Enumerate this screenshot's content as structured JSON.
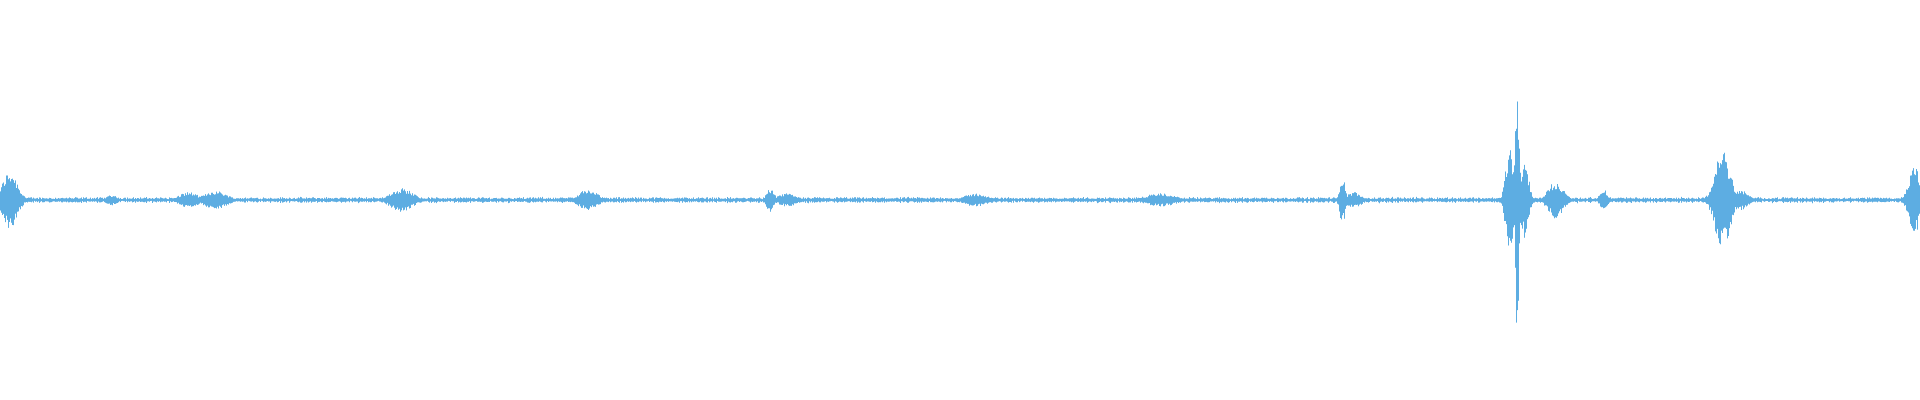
{
  "waveform": {
    "color": "#5dade2",
    "background": "#ffffff",
    "baseline_amplitude": 0.02,
    "bursts": [
      {
        "position": 0.005,
        "amplitude": 0.22,
        "width": 0.008
      },
      {
        "position": 0.058,
        "amplitude": 0.04,
        "width": 0.006
      },
      {
        "position": 0.098,
        "amplitude": 0.06,
        "width": 0.01
      },
      {
        "position": 0.112,
        "amplitude": 0.07,
        "width": 0.012
      },
      {
        "position": 0.209,
        "amplitude": 0.09,
        "width": 0.012
      },
      {
        "position": 0.306,
        "amplitude": 0.08,
        "width": 0.01
      },
      {
        "position": 0.401,
        "amplitude": 0.09,
        "width": 0.004
      },
      {
        "position": 0.41,
        "amplitude": 0.05,
        "width": 0.01
      },
      {
        "position": 0.508,
        "amplitude": 0.05,
        "width": 0.012
      },
      {
        "position": 0.604,
        "amplitude": 0.05,
        "width": 0.016
      },
      {
        "position": 0.699,
        "amplitude": 0.18,
        "width": 0.003
      },
      {
        "position": 0.705,
        "amplitude": 0.06,
        "width": 0.008
      },
      {
        "position": 0.786,
        "amplitude": 0.42,
        "width": 0.004
      },
      {
        "position": 0.79,
        "amplitude": 1.0,
        "width": 0.002
      },
      {
        "position": 0.794,
        "amplitude": 0.3,
        "width": 0.004
      },
      {
        "position": 0.81,
        "amplitude": 0.14,
        "width": 0.008
      },
      {
        "position": 0.835,
        "amplitude": 0.08,
        "width": 0.004
      },
      {
        "position": 0.897,
        "amplitude": 0.38,
        "width": 0.008
      },
      {
        "position": 0.906,
        "amplitude": 0.08,
        "width": 0.008
      },
      {
        "position": 0.997,
        "amplitude": 0.25,
        "width": 0.006
      }
    ]
  }
}
